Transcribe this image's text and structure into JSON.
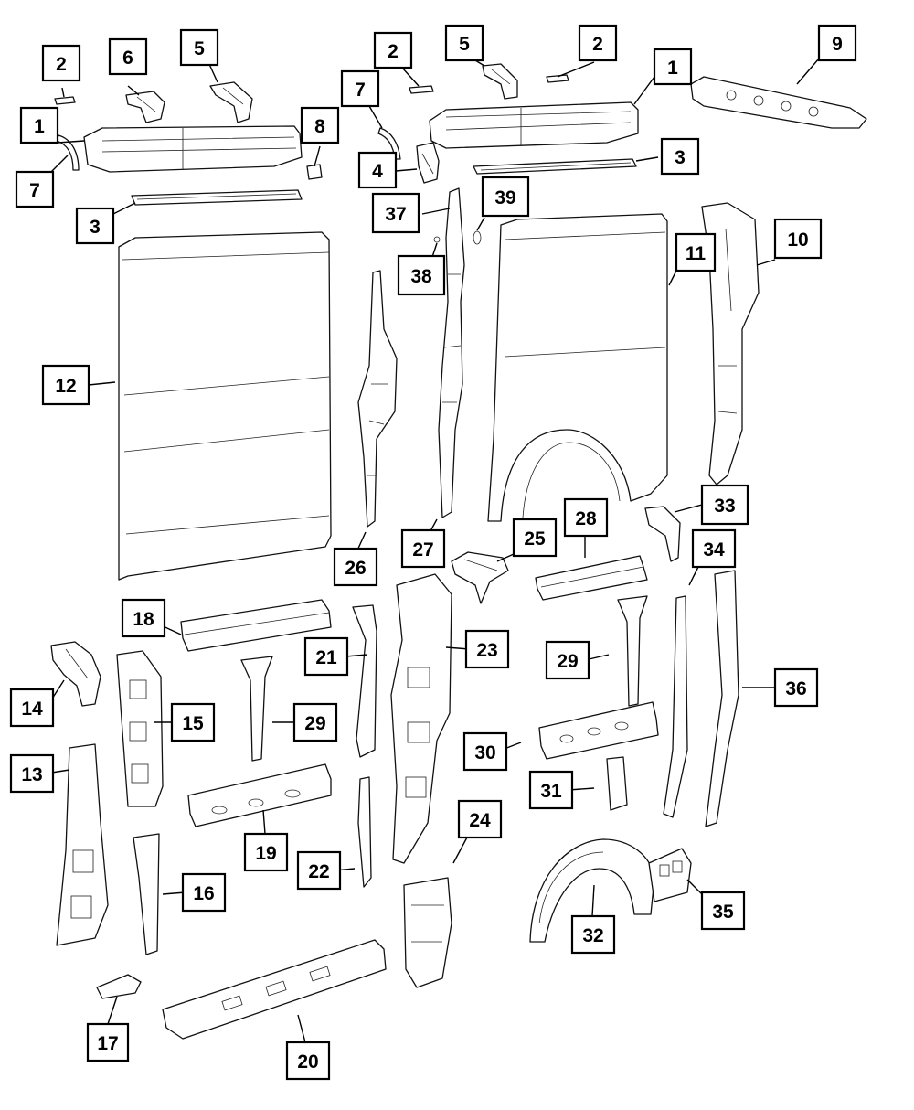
{
  "callouts": [
    {
      "id": "c1a",
      "text": "1"
    },
    {
      "id": "c2a",
      "text": "2"
    },
    {
      "id": "c6",
      "text": "6"
    },
    {
      "id": "c5a",
      "text": "5"
    },
    {
      "id": "c2b",
      "text": "2"
    },
    {
      "id": "c5b",
      "text": "5"
    },
    {
      "id": "c2c",
      "text": "2"
    },
    {
      "id": "c9",
      "text": "9"
    },
    {
      "id": "c7a",
      "text": "7"
    },
    {
      "id": "c7b",
      "text": "7"
    },
    {
      "id": "c8",
      "text": "8"
    },
    {
      "id": "c1b",
      "text": "1"
    },
    {
      "id": "c3a",
      "text": "3"
    },
    {
      "id": "c4",
      "text": "4"
    },
    {
      "id": "c3b",
      "text": "3"
    },
    {
      "id": "c37",
      "text": "37"
    },
    {
      "id": "c39",
      "text": "39"
    },
    {
      "id": "c10",
      "text": "10"
    },
    {
      "id": "c11",
      "text": "11"
    },
    {
      "id": "c38",
      "text": "38"
    },
    {
      "id": "c12",
      "text": "12"
    },
    {
      "id": "c33",
      "text": "33"
    },
    {
      "id": "c28",
      "text": "28"
    },
    {
      "id": "c25",
      "text": "25"
    },
    {
      "id": "c26",
      "text": "26"
    },
    {
      "id": "c27",
      "text": "27"
    },
    {
      "id": "c34",
      "text": "34"
    },
    {
      "id": "c18",
      "text": "18"
    },
    {
      "id": "c21",
      "text": "21"
    },
    {
      "id": "c23",
      "text": "23"
    },
    {
      "id": "c29a",
      "text": "29"
    },
    {
      "id": "c14",
      "text": "14"
    },
    {
      "id": "c15",
      "text": "15"
    },
    {
      "id": "c29b",
      "text": "29"
    },
    {
      "id": "c36",
      "text": "36"
    },
    {
      "id": "c30",
      "text": "30"
    },
    {
      "id": "c13",
      "text": "13"
    },
    {
      "id": "c31",
      "text": "31"
    },
    {
      "id": "c24",
      "text": "24"
    },
    {
      "id": "c19",
      "text": "19"
    },
    {
      "id": "c22",
      "text": "22"
    },
    {
      "id": "c16",
      "text": "16"
    },
    {
      "id": "c35",
      "text": "35"
    },
    {
      "id": "c32",
      "text": "32"
    },
    {
      "id": "c17",
      "text": "17"
    },
    {
      "id": "c20",
      "text": "20"
    }
  ]
}
